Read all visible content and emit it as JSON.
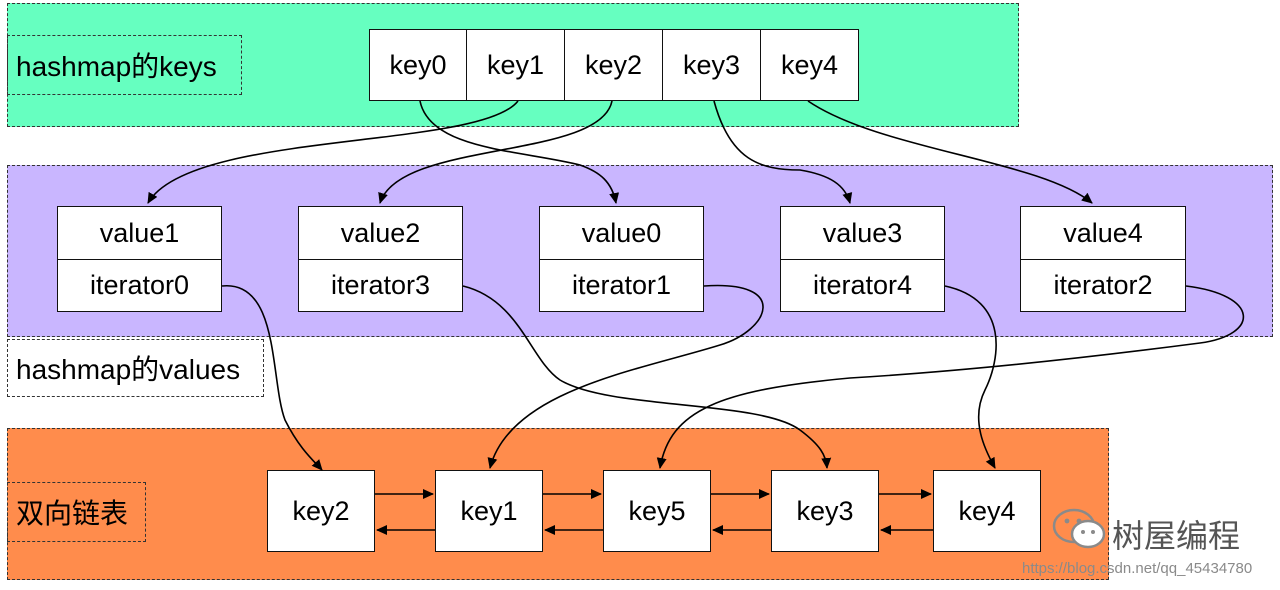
{
  "keys_section": {
    "label": "hashmap的keys",
    "color": "#66ffc0",
    "keys": [
      "key0",
      "key1",
      "key2",
      "key3",
      "key4"
    ]
  },
  "values_section": {
    "label": "hashmap的values",
    "color": "#c9b6ff",
    "entries": [
      {
        "value": "value1",
        "iterator": "iterator0"
      },
      {
        "value": "value2",
        "iterator": "iterator3"
      },
      {
        "value": "value0",
        "iterator": "iterator1"
      },
      {
        "value": "value3",
        "iterator": "iterator4"
      },
      {
        "value": "value4",
        "iterator": "iterator2"
      }
    ]
  },
  "list_section": {
    "label": "双向链表",
    "color": "#ff8c4c",
    "nodes": [
      "key2",
      "key1",
      "key5",
      "key3",
      "key4"
    ]
  },
  "watermark": {
    "name": "树屋编程",
    "url": "https://blog.csdn.net/qq_45434780",
    "icon": "wechat-icon"
  }
}
